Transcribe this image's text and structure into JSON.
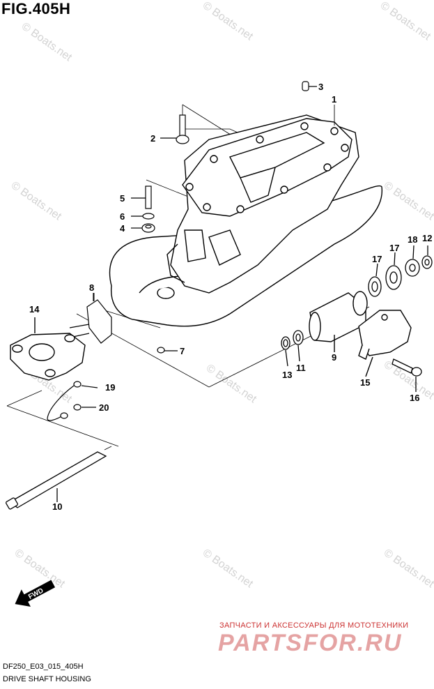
{
  "figure_title": "FIG.405H",
  "footer": {
    "code": "DF250_E03_015_405H",
    "name": "DRIVE SHAFT HOUSING"
  },
  "brand": {
    "tagline": "ЗАПЧАСТИ И АКСЕССУАРЫ ДЛЯ МОТОТЕХНИКИ",
    "name": "PARTSFOR.RU"
  },
  "watermark": "© Boats.net",
  "fwd_label": "FWD",
  "callouts": [
    "1",
    "2",
    "3",
    "4",
    "5",
    "6",
    "7",
    "8",
    "9",
    "10",
    "11",
    "12",
    "13",
    "14",
    "15",
    "16",
    "17",
    "17",
    "18",
    "19",
    "20"
  ],
  "colors": {
    "line": "#000000",
    "watermark": "#d3d3d3",
    "brand": "#cc3333"
  }
}
